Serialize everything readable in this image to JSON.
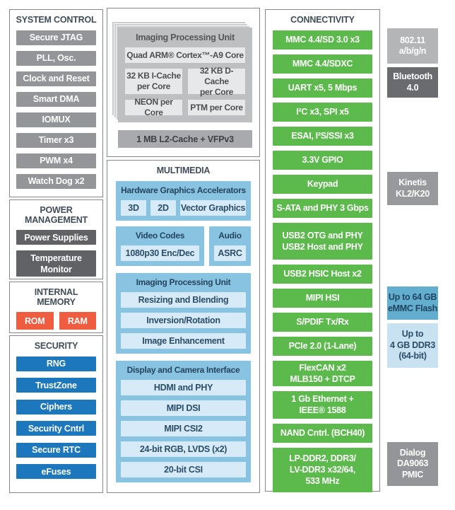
{
  "colors": {
    "connectivity_green": "#5cba4c",
    "security_blue": "#1d77bd",
    "memory_orange": "#f05c40",
    "multimedia_blue": "#88c4e2",
    "multimedia_light": "#d6ebf7",
    "system_gray": "#939598",
    "power_dark_gray": "#606266",
    "heading_slate": "#414d58"
  },
  "left": {
    "system_control": {
      "title": "SYSTEM CONTROL",
      "items": [
        "Secure JTAG",
        "PLL, Osc.",
        "Clock and Reset",
        "Smart DMA",
        "IOMUX",
        "Timer x3",
        "PWM x4",
        "Watch Dog x2"
      ]
    },
    "power_management": {
      "title": "POWER\nMANAGEMENT",
      "items": [
        "Power Supplies",
        "Temperature\nMonitor"
      ]
    },
    "internal_memory": {
      "title": "INTERNAL\nMEMORY",
      "items": [
        "ROM",
        "RAM"
      ]
    },
    "security": {
      "title": "SECURITY",
      "items": [
        "RNG",
        "TrustZone",
        "Ciphers",
        "Security Cntrl",
        "Secure RTC",
        "eFuses"
      ]
    }
  },
  "cpu_complex": {
    "card_title": "Imaging Processing Unit",
    "core": "Quad ARM® Cortex™-A9 Core",
    "caches": [
      "32 KB I-Cache\nper Core",
      "32 KB D-Cache\nper Core"
    ],
    "per_core": [
      "NEON per Core",
      "PTM per Core"
    ],
    "l2_cache": "1 MB L2-Cache + VFPv3"
  },
  "multimedia": {
    "title": "MULTIMEDIA",
    "graphics": {
      "title": "Hardware Graphics Accelerators",
      "items": [
        "3D",
        "2D",
        "Vector Graphics"
      ]
    },
    "video": {
      "title": "Video Codes",
      "items": [
        "1080p30 Enc/Dec"
      ]
    },
    "audio": {
      "title": "Audio",
      "items": [
        "ASRC"
      ]
    },
    "ipu": {
      "title": "Imaging Processing Unit",
      "items": [
        "Resizing and Blending",
        "Inversion/Rotation",
        "Image Enhancement"
      ]
    },
    "display_camera": {
      "title": "Display and Camera Interface",
      "items": [
        "HDMI and PHY",
        "MIPI DSI",
        "MIPI CSI2",
        "24-bit RGB, LVDS (x2)",
        "20-bit CSI"
      ]
    }
  },
  "connectivity": {
    "title": "CONNECTIVITY",
    "items": [
      "MMC 4.4/SD 3.0 x3",
      "MMC 4.4/SDXC",
      "UART x5, 5 Mbps",
      "I²C x3, SPI x5",
      "ESAI, I²S/SSI x3",
      "3.3V GPIO",
      "Keypad",
      "S-ATA and PHY 3 Gbps",
      "USB2 OTG and PHY\nUSB2 Host and PHY",
      "USB2 HSIC Host x2",
      "MIPI HSI",
      "S/PDIF Tx/Rx",
      "PCIe 2.0 (1-Lane)",
      "FlexCAN x2\nMLB150 + DTCP",
      "1 Gb Ethernet +\nIEEE® 1588",
      "NAND Cntrl. (BCH40)",
      "LP-DDR2, DDR3/\nLV-DDR3 x32/64,\n533 MHz"
    ]
  },
  "companions": {
    "wifi": "802.11\na/b/g/n",
    "bluetooth": "Bluetooth\n4.0",
    "kinetis": "Kinetis\nKL2/K20",
    "emmc": "Up to 64 GB\neMMC Flash",
    "ddr3": "Up to\n4 GB DDR3\n(64-bit)",
    "pmic": "Dialog\nDA9063\nPMIC"
  }
}
